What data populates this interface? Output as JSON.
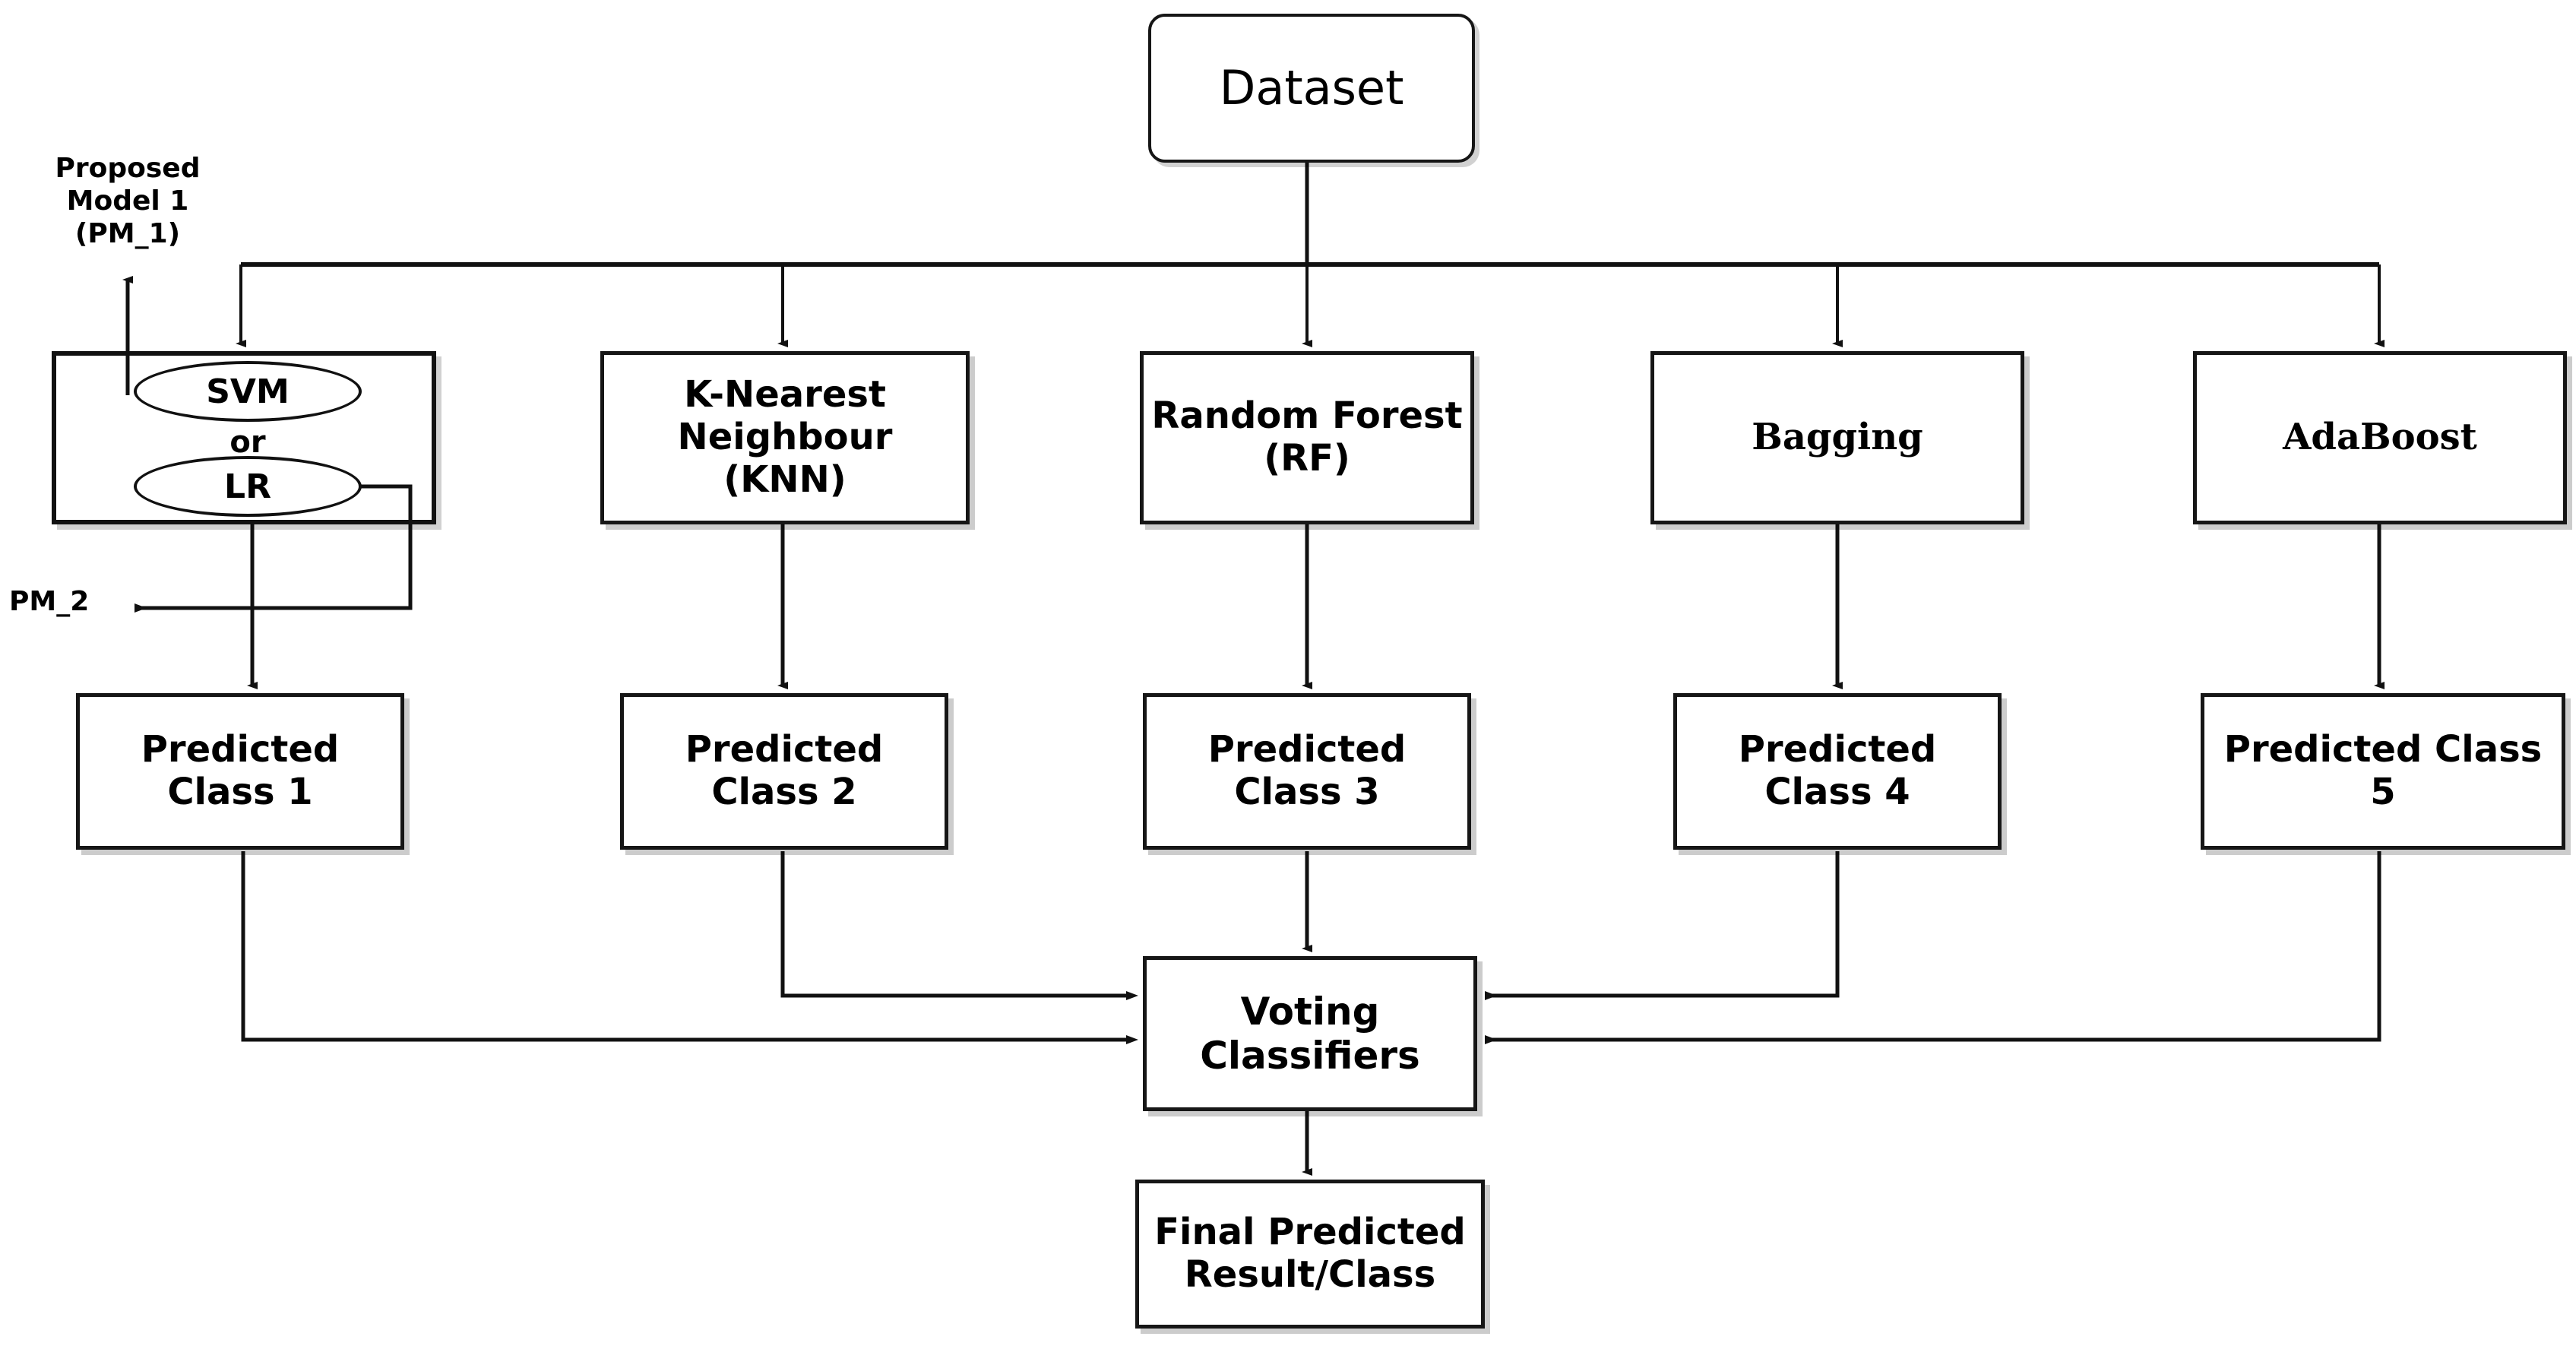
{
  "diagram": {
    "title": "Ensemble voting classifier pipeline flowchart",
    "colors": {
      "stroke": "#111111",
      "fill": "#ffffff",
      "text": "#000000",
      "shadow": "rgba(0,0,0,0.20)"
    },
    "nodes": {
      "dataset": "Dataset",
      "svm": "SVM",
      "or": "or",
      "lr": "LR",
      "knn": "K-Nearest\nNeighbour\n(KNN)",
      "rf": "Random\nForest (RF)",
      "bagging": "Bagging",
      "adaboost": "AdaBoost",
      "pred1": "Predicted\nClass 1",
      "pred2": "Predicted\nClass 2",
      "pred3": "Predicted\nClass 3",
      "pred4": "Predicted\nClass 4",
      "pred5": "Predicted Class\n5",
      "voting": "Voting\nClassifiers",
      "final": "Final Predicted\nResult/Class"
    },
    "annotations": {
      "pm1": "Proposed\nModel 1\n(PM_1)",
      "pm2": "PM_2"
    },
    "edges": [
      {
        "from": "dataset",
        "to": "svm-lr-group"
      },
      {
        "from": "dataset",
        "to": "knn"
      },
      {
        "from": "dataset",
        "to": "rf"
      },
      {
        "from": "dataset",
        "to": "bagging"
      },
      {
        "from": "dataset",
        "to": "adaboost"
      },
      {
        "from": "svm",
        "to": "pm1-label"
      },
      {
        "from": "svm-lr-group",
        "to": "pred1"
      },
      {
        "from": "lr",
        "to": "pm2-label"
      },
      {
        "from": "knn",
        "to": "pred2"
      },
      {
        "from": "rf",
        "to": "pred3"
      },
      {
        "from": "bagging",
        "to": "pred4"
      },
      {
        "from": "adaboost",
        "to": "pred5"
      },
      {
        "from": "pred1",
        "to": "voting"
      },
      {
        "from": "pred2",
        "to": "voting"
      },
      {
        "from": "pred3",
        "to": "voting"
      },
      {
        "from": "pred4",
        "to": "voting"
      },
      {
        "from": "pred5",
        "to": "voting"
      },
      {
        "from": "voting",
        "to": "final"
      }
    ]
  }
}
